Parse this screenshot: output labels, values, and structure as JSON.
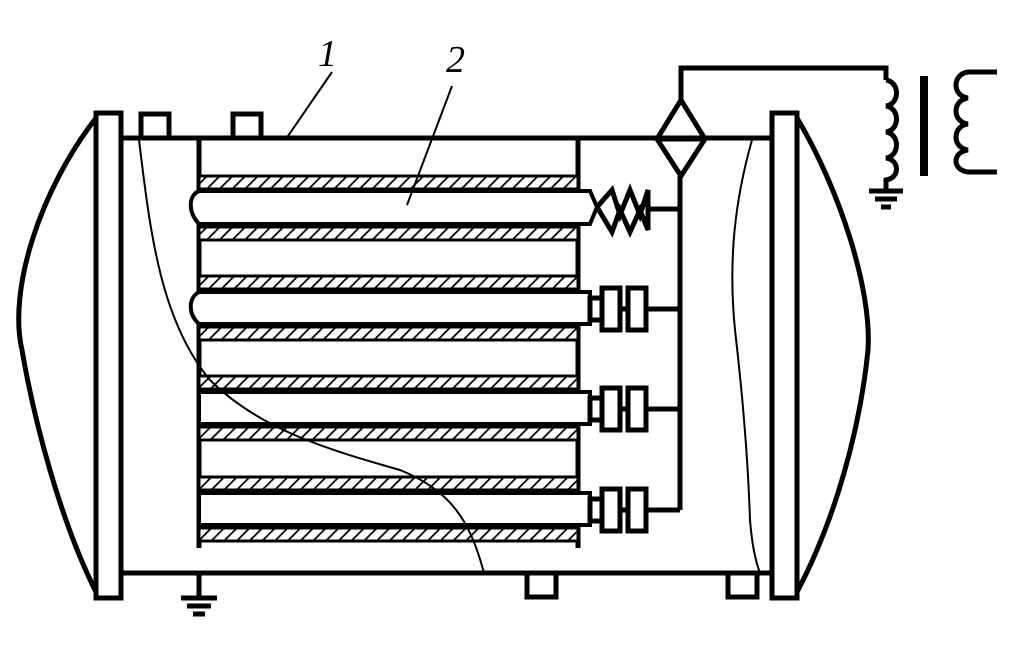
{
  "diagram": {
    "labels": {
      "housing": "1",
      "channel": "2"
    },
    "colors": {
      "line": "#000000",
      "background": "#ffffff"
    },
    "plate_count": 8,
    "connector_count": 4
  }
}
